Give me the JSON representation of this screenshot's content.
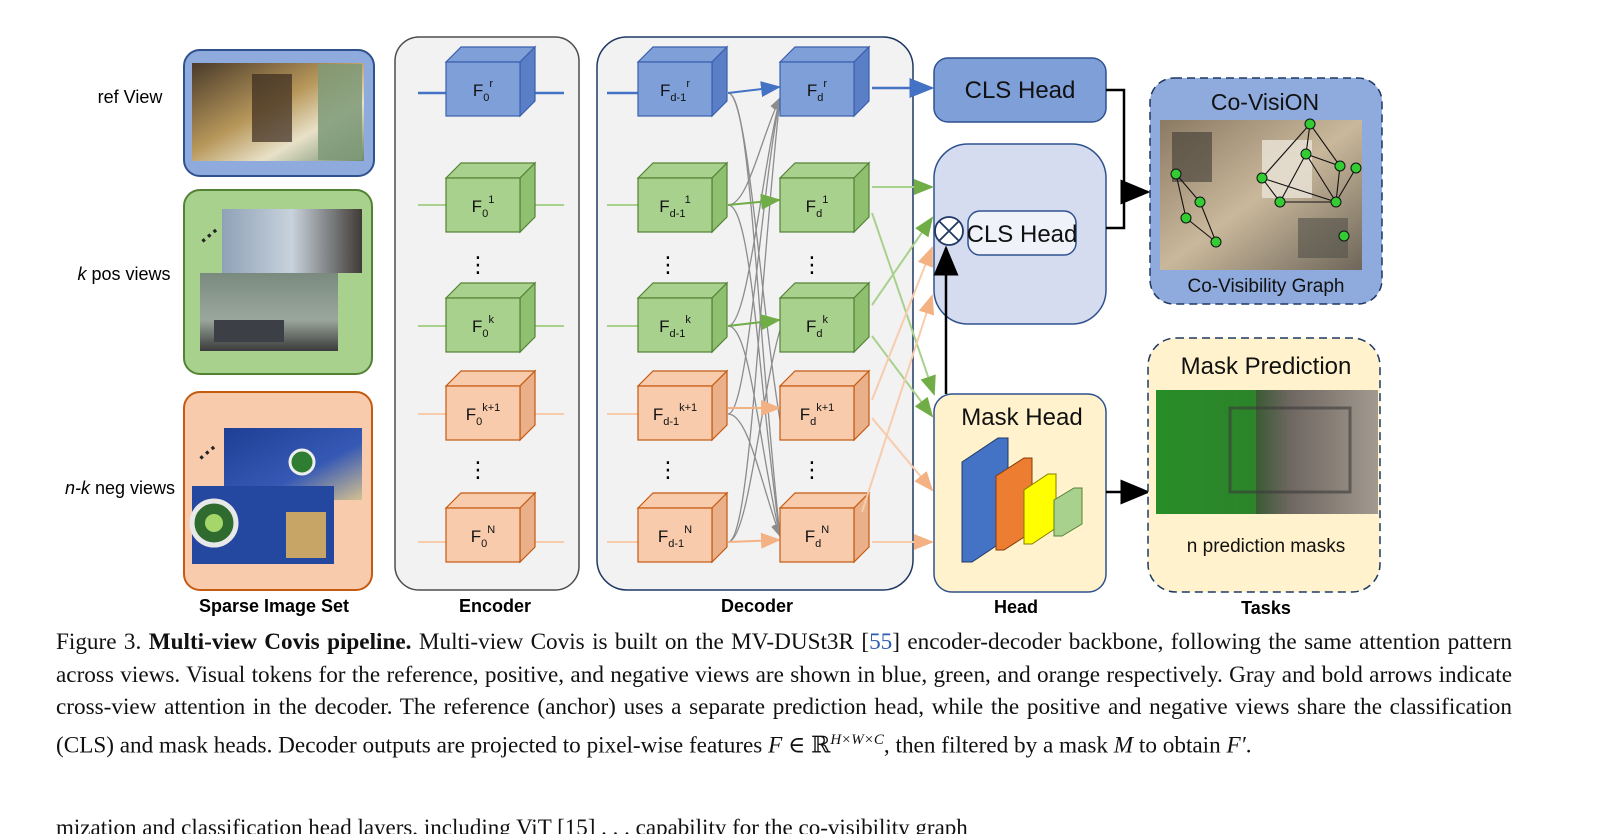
{
  "rows": {
    "ref_label": "ref View",
    "pos_label_italic": "k",
    "pos_label_rest": " pos views",
    "neg_label_italic": "n-k",
    "neg_label_rest": " neg views"
  },
  "sections": {
    "sparse_image_set": "Sparse Image Set",
    "encoder": "Encoder",
    "decoder": "Decoder",
    "head": "Head",
    "tasks": "Tasks"
  },
  "tokens": {
    "encoder": [
      {
        "base": "F",
        "sub": "0",
        "sup": "r"
      },
      {
        "base": "F",
        "sub": "0",
        "sup": "1"
      },
      {
        "base": "F",
        "sub": "0",
        "sup": "k"
      },
      {
        "base": "F",
        "sub": "0",
        "sup": "k+1"
      },
      {
        "base": "F",
        "sub": "0",
        "sup": "N"
      }
    ],
    "decoder_in": [
      {
        "base": "F",
        "sub": "d-1",
        "sup": "r"
      },
      {
        "base": "F",
        "sub": "d-1",
        "sup": "1"
      },
      {
        "base": "F",
        "sub": "d-1",
        "sup": "k"
      },
      {
        "base": "F",
        "sub": "d-1",
        "sup": "k+1"
      },
      {
        "base": "F",
        "sub": "d-1",
        "sup": "N"
      }
    ],
    "decoder_out": [
      {
        "base": "F",
        "sub": "d",
        "sup": "r"
      },
      {
        "base": "F",
        "sub": "d",
        "sup": "1"
      },
      {
        "base": "F",
        "sub": "d",
        "sup": "k"
      },
      {
        "base": "F",
        "sub": "d",
        "sup": "k+1"
      },
      {
        "base": "F",
        "sub": "d",
        "sup": "N"
      }
    ],
    "ellipsis": "⋮"
  },
  "heads": {
    "cls_head_ref": "CLS Head",
    "cls_head_shared": "CLS Head",
    "mask_head": "Mask Head"
  },
  "tasks": {
    "covision_title": "Co-VisiON",
    "covision_caption": "Co-Visibility Graph",
    "mask_title": "Mask Prediction",
    "mask_caption": "n prediction masks"
  },
  "caption": {
    "fig_label": "Figure 3.",
    "fig_title": "Multi-view Covis pipeline.",
    "text_1": " Multi-view Covis is built on the MV-DUSt3R [",
    "ref_num": "55",
    "text_2": "] encoder-decoder backbone, following the same attention pattern across views. Visual tokens for the reference, positive, and negative views are shown in blue, green, and orange respectively. Gray and bold arrows indicate cross-view attention in the decoder. The reference (anchor) uses a separate prediction head, while the positive and negative views share the classification (CLS) and mask heads. Decoder outputs are projected to pixel-wise features ",
    "math_F": "F",
    "math_in": " ∈ ℝ",
    "math_sup": "H×W×C",
    "text_3": ", then filtered by a mask ",
    "math_M": "M",
    "text_4": " to obtain ",
    "math_Fp": "F′",
    "text_5": "."
  },
  "cut_line": "mization and classification head layers, including ViT [15] . . . capability for the co-visibility graph",
  "colors": {
    "blue_fill": "#7f9fd9",
    "blue_dark": "#3a5fad",
    "green_fill": "#a9d18e",
    "green_dark": "#548235",
    "orange_fill": "#f8cbad",
    "orange_dark": "#c55a11",
    "panel_gray": "#f2f2f2",
    "head_blue": "#d6dcf0",
    "head_yellow": "#fff2cc"
  }
}
